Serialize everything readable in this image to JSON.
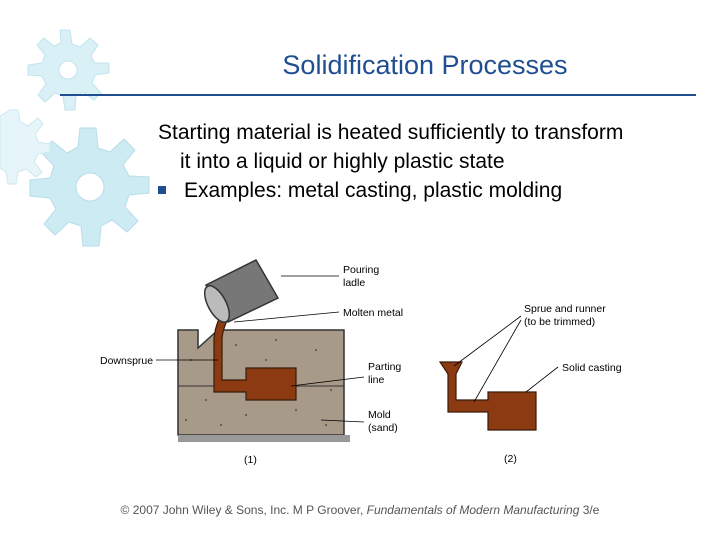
{
  "slide": {
    "title": "Solidification Processes",
    "body_line1": "Starting material is heated sufficiently to transform",
    "body_line2": "it into a liquid or highly plastic state",
    "bullet1": "Examples: metal casting, plastic molding",
    "accent_color": "#1f4e91",
    "decoration_icon": "gear-icon"
  },
  "figure": {
    "label_pouring": "Pouring",
    "label_ladle": "ladle",
    "label_molten": "Molten metal",
    "label_downsprue": "Downsprue",
    "label_parting": "Parting",
    "label_line": "line",
    "label_mold": "Mold",
    "label_sand": "(sand)",
    "label_sprue": "Sprue and runner",
    "label_trimmed": "(to be trimmed)",
    "label_solid": "Solid casting",
    "caption1": "(1)",
    "caption2": "(2)"
  },
  "footer": {
    "copyright": "© 2007 John Wiley & Sons, Inc.  M P Groover, ",
    "book": "Fundamentals of Modern Manufacturing",
    "edition": " 3/e"
  }
}
